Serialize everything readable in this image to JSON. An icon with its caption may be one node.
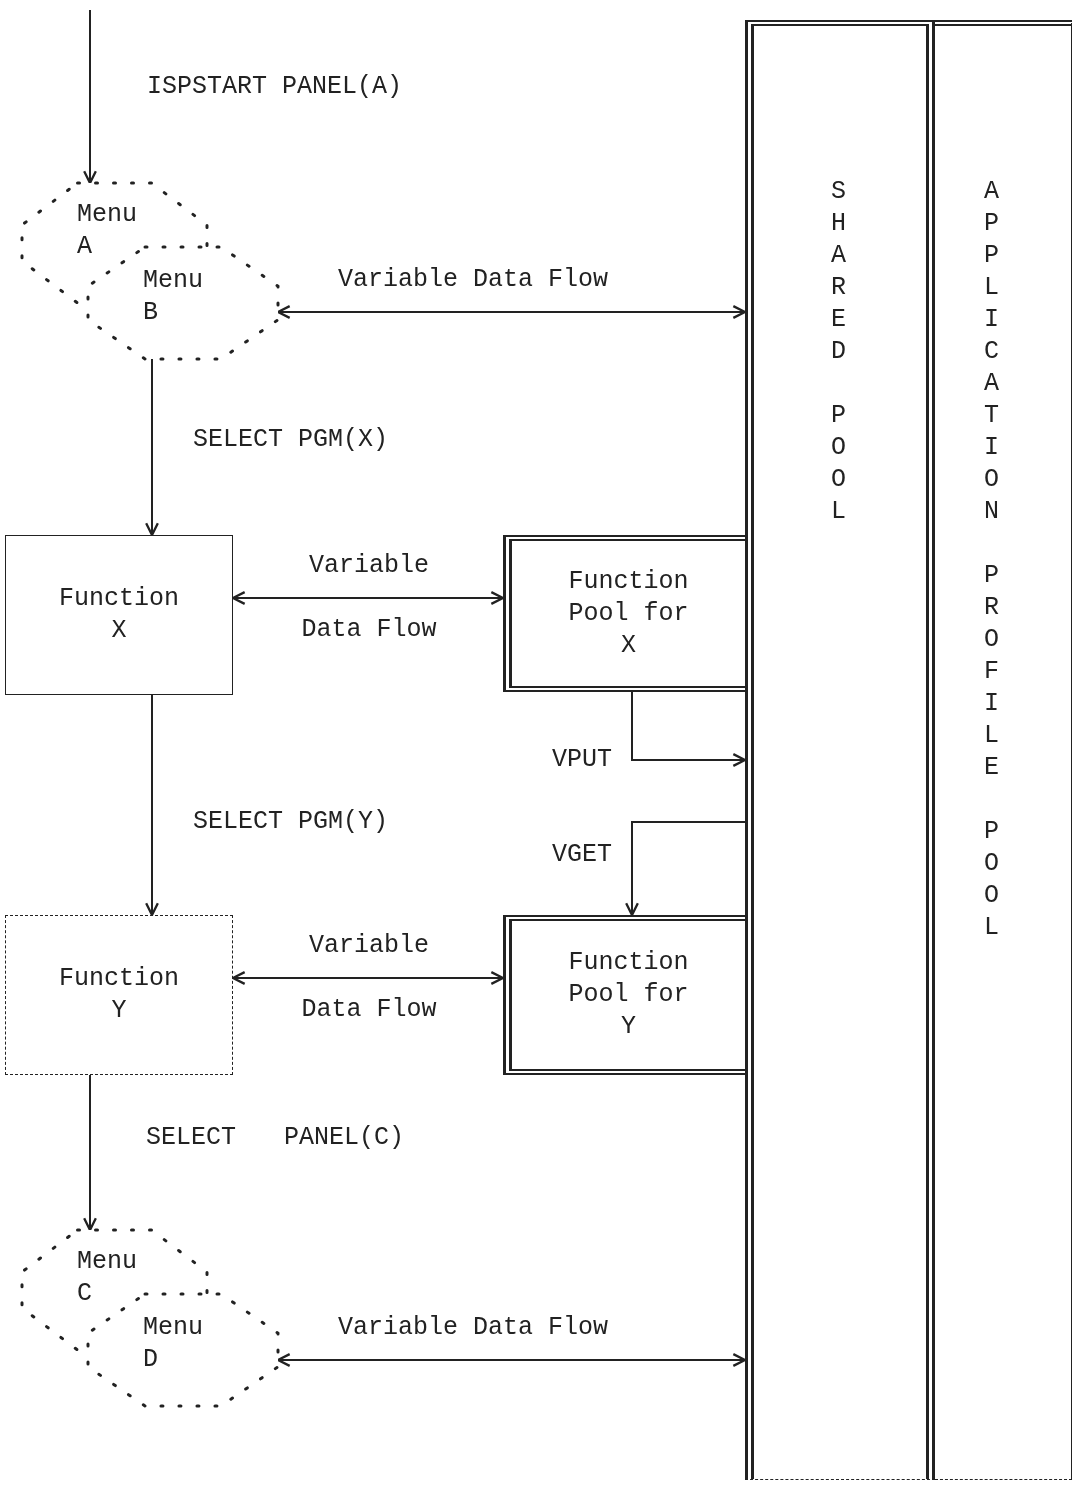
{
  "diagram": {
    "nodes": [
      {
        "text": [
          "Menu A"
        ]
      },
      {
        "text": [
          "Menu B"
        ]
      },
      {
        "text": [
          "SHARED POOL"
        ]
      },
      {
        "text": [
          "APPLICATION PROFILE POOL"
        ]
      },
      {
        "text": [
          "Function X"
        ]
      },
      {
        "text": [
          "Function Pool for X"
        ]
      },
      {
        "text": [
          "Function Y"
        ]
      },
      {
        "text": [
          "Function Pool for Y"
        ]
      },
      {
        "text": [
          "Menu C"
        ]
      },
      {
        "text": [
          "Menu D"
        ]
      }
    ],
    "edges": [
      {
        "from": null,
        "to": 0,
        "arrow": "to",
        "label": "ISPSTART PANEL(A)"
      },
      {
        "from": 1,
        "to": 2,
        "arrow": "both",
        "label": "Variable Data Flow"
      },
      {
        "from": 1,
        "to": 4,
        "arrow": "to",
        "label": "SELECT PGM(X)"
      },
      {
        "from": 4,
        "to": 5,
        "arrow": "both",
        "label": "Variable Data Flow"
      },
      {
        "from": 4,
        "to": 6,
        "arrow": "to",
        "label": "SELECT PGM(Y)"
      },
      {
        "from": 5,
        "to": 2,
        "arrow": "to",
        "label": "VPUT"
      },
      {
        "from": 2,
        "to": 7,
        "arrow": "to",
        "label": "VGET"
      },
      {
        "from": 6,
        "to": 7,
        "arrow": "both",
        "label": "Variable Data Flow"
      },
      {
        "from": 6,
        "to": 8,
        "arrow": "to",
        "label": "SELECT PANEL(C)"
      },
      {
        "from": 9,
        "to": 2,
        "arrow": "both",
        "label": "Variable Data Flow"
      }
    ]
  }
}
